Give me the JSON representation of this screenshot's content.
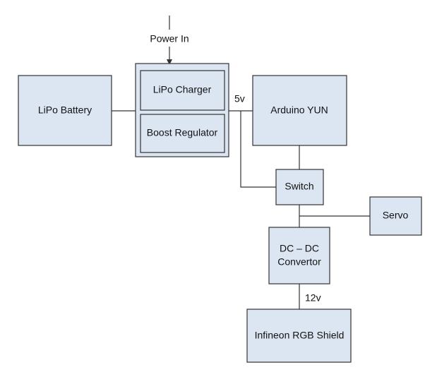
{
  "diagram": {
    "power_in": "Power In",
    "lipo_battery": "LiPo Battery",
    "lipo_charger": "LiPo Charger",
    "boost_regulator": "Boost Regulator",
    "arduino_yun": "Arduino YUN",
    "switch": "Switch",
    "servo": "Servo",
    "dc_dc_line1": "DC – DC",
    "dc_dc_line2": "Convertor",
    "infineon": "Infineon RGB Shield",
    "label_5v": "5v",
    "label_12v": "12v"
  },
  "colors": {
    "box_fill": "#dce6f2",
    "stroke": "#333333"
  }
}
